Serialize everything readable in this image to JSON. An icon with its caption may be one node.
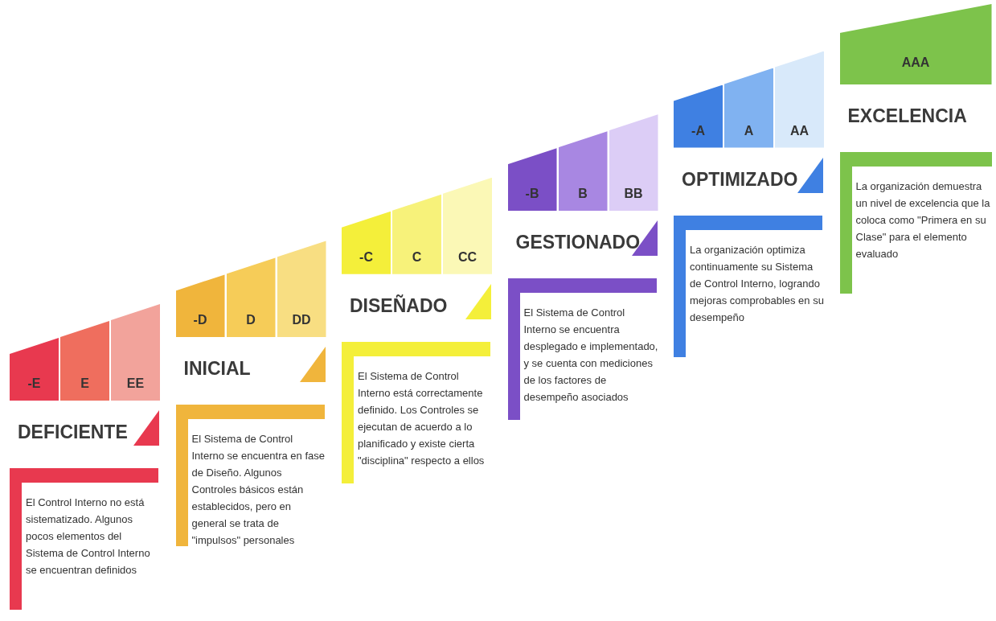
{
  "diagram": {
    "nodes": [
      {
        "text": [
          "-E"
        ]
      },
      {
        "text": [
          "E"
        ]
      },
      {
        "text": [
          "EE"
        ]
      },
      {
        "text": [
          "-D"
        ]
      },
      {
        "text": [
          "D"
        ]
      },
      {
        "text": [
          "DD"
        ]
      },
      {
        "text": [
          "-C"
        ]
      },
      {
        "text": [
          "C"
        ]
      },
      {
        "text": [
          "CC"
        ]
      },
      {
        "text": [
          "-B"
        ]
      },
      {
        "text": [
          "B"
        ]
      },
      {
        "text": [
          "BB"
        ]
      },
      {
        "text": [
          "-A"
        ]
      },
      {
        "text": [
          "A"
        ]
      },
      {
        "text": [
          "AA"
        ]
      },
      {
        "text": [
          "AAA"
        ]
      }
    ],
    "labels": [
      "DEFICIENTE",
      "El Control Interno no está sistematizado. Algunos pocos elementos del Sistema de Control Interno se encuentran definidos",
      "INICIAL",
      "El Sistema de Control Interno se encuentra en fase de Diseño. Algunos Controles básicos están establecidos, pero en general se trata de \"impulsos\" personales",
      "DISEÑADO",
      "El Sistema de Control Interno está correctamente definido. Los Controles se ejecutan de acuerdo a lo planificado y existe cierta \"disciplina\" respecto a ellos",
      "GESTIONADO",
      "El Sistema de Control Interno se encuentra desplegado e implementado, y se cuenta con mediciones de los factores de desempeño asociados",
      "OPTIMIZADO",
      "La organización optimiza continuamente su Sistema de Control Interno, logrando mejoras comprobables en su desempeño",
      "EXCELENCIA",
      "La organización demuestra un nivel de excelencia que la coloca como \"Primera en su Clase\" para el elemento evaluado"
    ]
  }
}
